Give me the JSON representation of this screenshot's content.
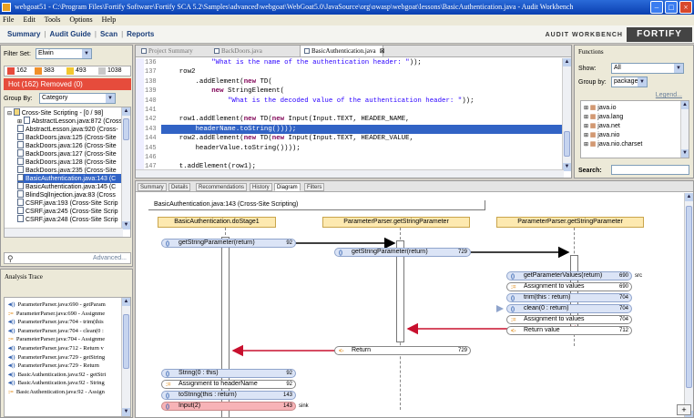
{
  "window": {
    "title": "webgoat51 - C:\\Program Files\\Fortify Software\\Fortify SCA 5.2\\Samples\\advanced\\webgoat\\WebGoat5.0\\JavaSource\\org\\owasp\\webgoat\\lessons\\BasicAuthentication.java - Audit Workbench"
  },
  "menu": [
    "File",
    "Edit",
    "Tools",
    "Options",
    "Help"
  ],
  "toolbar": {
    "links": [
      "Summary",
      "Audit Guide",
      "Scan",
      "Reports"
    ],
    "brand": "AUDIT WORKBENCH",
    "logo": "FORTIFY"
  },
  "filter": {
    "label": "Filter Set:",
    "value": "Elwin"
  },
  "counts": [
    {
      "value": "162",
      "color": "#e64c3c"
    },
    {
      "value": "383",
      "color": "#f0902a"
    },
    {
      "value": "493",
      "color": "#f2c830"
    },
    {
      "value": "1038",
      "color": "#c8c8c8"
    }
  ],
  "hot": "Hot (162) Removed (0)",
  "groupby": {
    "label": "Group By:",
    "value": "Category"
  },
  "tree": {
    "root": "Cross-Site Scripting - [0 / 98]",
    "items": [
      "AbstractLesson.java:872 (Cross-",
      "AbstractLesson.java:920 (Cross-",
      "BackDoors.java:125 (Cross-Site",
      "BackDoors.java:126 (Cross-Site",
      "BackDoors.java:127 (Cross-Site",
      "BackDoors.java:128 (Cross-Site",
      "BackDoors.java:235 (Cross-Site",
      "BasicAuthentication.java:143 (C",
      "BasicAuthentication.java:145 (C",
      "BlindSqlInjection.java:83 (Cross",
      "CSRF.java:193 (Cross-Site Scrip",
      "CSRF.java:245 (Cross-Site Scrip",
      "CSRF.java:248 (Cross-Site Scrip"
    ]
  },
  "search": {
    "advanced": "Advanced..."
  },
  "analysis": {
    "title": "Analysis Trace",
    "items": [
      "ParameterParser.java:690 - getParam",
      "ParameterParser.java:690 - Assignme",
      "ParameterParser.java:704 - trim(this",
      "ParameterParser.java:704 - clean(0 :",
      "ParameterParser.java:704 - Assignme",
      "ParameterParser.java:712 - Return v",
      "ParameterParser.java:729 - getString",
      "ParameterParser.java:729 - Return",
      "BasicAuthentication.java:92 - getStri",
      "BasicAuthentication.java:92 - String",
      "BasicAuthentication.java:92 - Assign"
    ]
  },
  "editor": {
    "tabs": [
      "Project Summary",
      "BackDoors.java",
      "BasicAuthentication.java"
    ],
    "lines": [
      {
        "n": "136",
        "pre": "            ",
        "parts": [
          {
            "t": "\"What is the name of the authentication header: \"",
            "c": "str"
          },
          {
            "t": "));",
            "c": ""
          }
        ]
      },
      {
        "n": "137",
        "pre": "    row2",
        "parts": []
      },
      {
        "n": "138",
        "pre": "        .addElement(",
        "parts": [
          {
            "t": "new",
            "c": "kw"
          },
          {
            "t": " TD(",
            "c": ""
          }
        ]
      },
      {
        "n": "139",
        "pre": "            ",
        "parts": [
          {
            "t": "new",
            "c": "kw"
          },
          {
            "t": " StringElement(",
            "c": ""
          }
        ]
      },
      {
        "n": "140",
        "pre": "                ",
        "parts": [
          {
            "t": "\"What is the decoded value of the authentication header: \"",
            "c": "str"
          },
          {
            "t": "));",
            "c": ""
          }
        ]
      },
      {
        "n": "141",
        "pre": "",
        "parts": []
      },
      {
        "n": "142",
        "pre": "    row1.addElement(",
        "parts": [
          {
            "t": "new",
            "c": "kw"
          },
          {
            "t": " TD(",
            "c": ""
          },
          {
            "t": "new",
            "c": "kw"
          },
          {
            "t": " Input(Input.TEXT, HEADER_NAME,",
            "c": ""
          }
        ]
      },
      {
        "n": "143",
        "pre": "        headerName.toString())));",
        "parts": []
      },
      {
        "n": "144",
        "pre": "    row2.addElement(",
        "parts": [
          {
            "t": "new",
            "c": "kw"
          },
          {
            "t": " TD(",
            "c": ""
          },
          {
            "t": "new",
            "c": "kw"
          },
          {
            "t": " Input(Input.TEXT, HEADER_VALUE,",
            "c": ""
          }
        ]
      },
      {
        "n": "145",
        "pre": "        headerValue.toString())));",
        "parts": []
      },
      {
        "n": "146",
        "pre": "",
        "parts": []
      },
      {
        "n": "147",
        "pre": "    t.addElement(row1);",
        "parts": []
      }
    ]
  },
  "functions": {
    "title": "Functions",
    "show_label": "Show:",
    "show_value": "All",
    "group_label": "Group by:",
    "group_value": "package",
    "legend": "Legend...",
    "items": [
      "java.io",
      "java.lang",
      "java.net",
      "java.nio",
      "java.nio.charset"
    ],
    "search_label": "Search:"
  },
  "bottom_tabs": [
    "Summary",
    "Details",
    "Recommendations",
    "History",
    "Diagram",
    "Filters"
  ],
  "diagram": {
    "title": "BasicAuthentication.java:143 (Cross-Site Scripting)",
    "lanes": [
      "BasicAuthentication.doStage1",
      "ParameterParser.getStringParameter",
      "ParameterParser.getStringParameter"
    ],
    "nodes": [
      {
        "label": "getStringParameter(return)",
        "num": "92",
        "ic": "()"
      },
      {
        "label": "getStringParameter(return)",
        "num": "729",
        "ic": "()"
      },
      {
        "label": "getParameterValues(return)",
        "num": "690",
        "ic": "()",
        "suffix": "src"
      },
      {
        "label": "Assignment to values",
        "num": "690",
        "ic": ":="
      },
      {
        "label": "trim(this : return)",
        "num": "704",
        "ic": "()"
      },
      {
        "label": "clean(0 : return)",
        "num": "704",
        "ic": "()"
      },
      {
        "label": "Assignment to values",
        "num": "704",
        "ic": ":="
      },
      {
        "label": "Return value",
        "num": "712",
        "ic": "<-"
      },
      {
        "label": "Return",
        "num": "729",
        "ic": "<-"
      },
      {
        "label": "String(0 : this)",
        "num": "92",
        "ic": "()"
      },
      {
        "label": "Assignment to headerName",
        "num": "92",
        "ic": ":="
      },
      {
        "label": "toString(this : return)",
        "num": "143",
        "ic": "()"
      },
      {
        "label": "Input(2)",
        "num": "143",
        "ic": "()",
        "suffix": "sink"
      }
    ]
  }
}
